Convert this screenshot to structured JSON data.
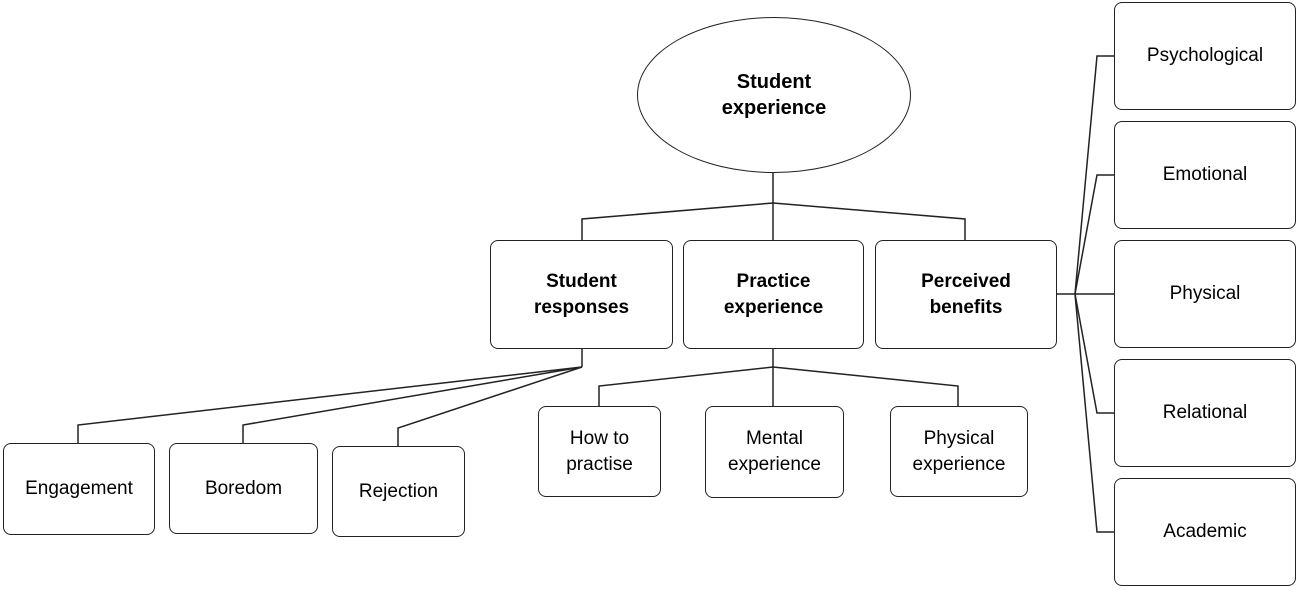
{
  "root": {
    "label_line1": "Student",
    "label_line2": "experience"
  },
  "categories": [
    {
      "line1": "Student",
      "line2": "responses"
    },
    {
      "line1": "Practice",
      "line2": "experience"
    },
    {
      "line1": "Perceived",
      "line2": "benefits"
    }
  ],
  "responses": [
    "Engagement",
    "Boredom",
    "Rejection"
  ],
  "practice": [
    {
      "line1": "How to",
      "line2": "practise"
    },
    {
      "line1": "Mental",
      "line2": "experience"
    },
    {
      "line1": "Physical",
      "line2": "experience"
    }
  ],
  "benefits": [
    "Psychological",
    "Emotional",
    "Physical",
    "Relational",
    "Academic"
  ]
}
